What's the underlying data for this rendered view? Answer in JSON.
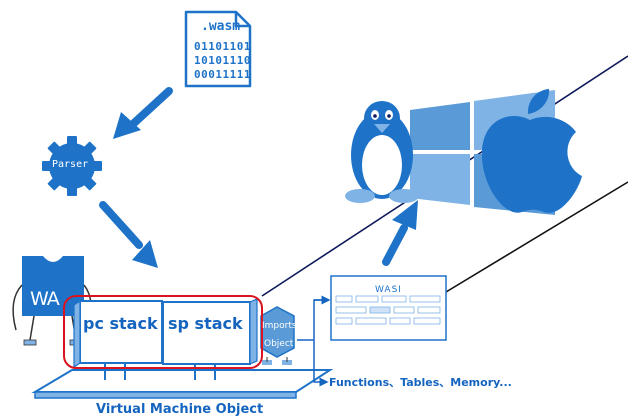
{
  "wasm_file": {
    "extension": ".wasm",
    "binary_lines": [
      "01101101",
      "10101110",
      "00011111"
    ]
  },
  "parser": {
    "label": "Parser"
  },
  "wa_logo": {
    "text": "WA"
  },
  "vm": {
    "pc_stack": "pc stack",
    "sp_stack": "sp stack",
    "imports_line1": "Imports",
    "imports_line2": "Object",
    "caption": "Virtual Machine Object"
  },
  "wasi": {
    "title": "WASI"
  },
  "exports_caption": "Functions、Tables、Memory...",
  "colors": {
    "primary": "#1e73c8",
    "light": "#7fb3e6",
    "highlight": "#d9141f",
    "connector": "#0d1a5c"
  }
}
